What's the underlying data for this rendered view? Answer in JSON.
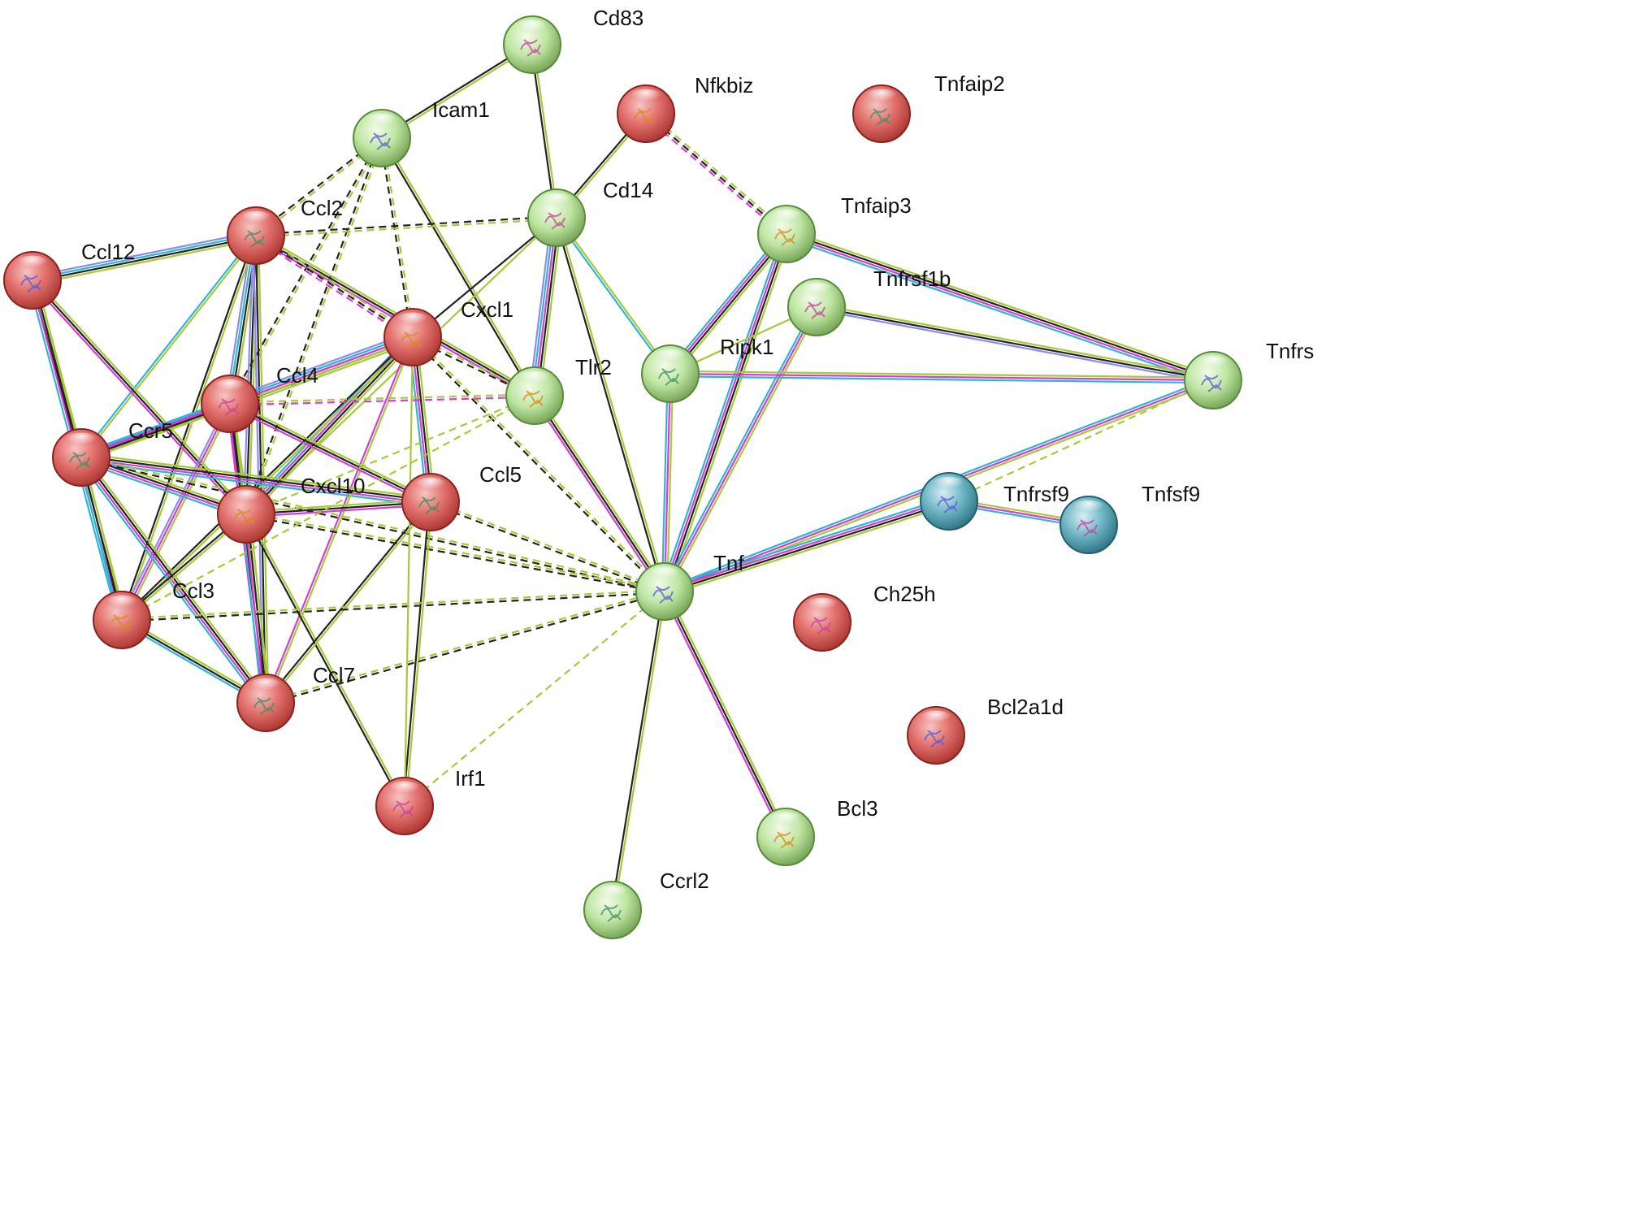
{
  "colors": {
    "cluster_red": "#d9534f",
    "cluster_green": "#a8d98a",
    "cluster_blue": "#5aa7b8",
    "edge_textmining": "#a6c93a",
    "edge_coexpression": "#222222",
    "edge_experiments": "#d63bd6",
    "edge_databases": "#2cb5d6",
    "edge_homology": "#8c8cf0"
  },
  "nodes": [
    {
      "id": "Cd83",
      "label": "Cd83",
      "cluster": "green"
    },
    {
      "id": "Nfkbiz",
      "label": "Nfkbiz",
      "cluster": "red"
    },
    {
      "id": "Tnfaip2",
      "label": "Tnfaip2",
      "cluster": "red"
    },
    {
      "id": "Icam1",
      "label": "Icam1",
      "cluster": "green"
    },
    {
      "id": "Cd14",
      "label": "Cd14",
      "cluster": "green"
    },
    {
      "id": "Tnfaip3",
      "label": "Tnfaip3",
      "cluster": "green"
    },
    {
      "id": "Ccl2",
      "label": "Ccl2",
      "cluster": "red"
    },
    {
      "id": "Ccl12",
      "label": "Ccl12",
      "cluster": "red"
    },
    {
      "id": "Tnfrsf1b",
      "label": "Tnfrsf1b",
      "cluster": "green"
    },
    {
      "id": "Cxcl1",
      "label": "Cxcl1",
      "cluster": "red"
    },
    {
      "id": "Ripk1",
      "label": "Ripk1",
      "cluster": "green"
    },
    {
      "id": "Tnfrsf1a",
      "label": "Tnfrs",
      "cluster": "green"
    },
    {
      "id": "Ccl4",
      "label": "Ccl4",
      "cluster": "red"
    },
    {
      "id": "Tlr2",
      "label": "Tlr2",
      "cluster": "green"
    },
    {
      "id": "Ccr5",
      "label": "Ccr5",
      "cluster": "red"
    },
    {
      "id": "Tnfrsf9",
      "label": "Tnfrsf9",
      "cluster": "blue"
    },
    {
      "id": "Tnfsf9",
      "label": "Tnfsf9",
      "cluster": "blue"
    },
    {
      "id": "Cxcl10",
      "label": "Cxcl10",
      "cluster": "red"
    },
    {
      "id": "Ccl5",
      "label": "Ccl5",
      "cluster": "red"
    },
    {
      "id": "Tnf",
      "label": "Tnf",
      "cluster": "green"
    },
    {
      "id": "Ch25h",
      "label": "Ch25h",
      "cluster": "red"
    },
    {
      "id": "Ccl3",
      "label": "Ccl3",
      "cluster": "red"
    },
    {
      "id": "Ccl7",
      "label": "Ccl7",
      "cluster": "red"
    },
    {
      "id": "Bcl2a1d",
      "label": "Bcl2a1d",
      "cluster": "red"
    },
    {
      "id": "Irf1",
      "label": "Irf1",
      "cluster": "red"
    },
    {
      "id": "Bcl3",
      "label": "Bcl3",
      "cluster": "green"
    },
    {
      "id": "Ccrl2",
      "label": "Ccrl2",
      "cluster": "green"
    }
  ],
  "edges": [
    {
      "source": "Cd83",
      "target": "Icam1",
      "types": [
        "textmining",
        "coexpression"
      ]
    },
    {
      "source": "Cd83",
      "target": "Cd14",
      "types": [
        "textmining",
        "coexpression"
      ]
    },
    {
      "source": "Nfkbiz",
      "target": "Cd14",
      "types": [
        "textmining",
        "coexpression"
      ]
    },
    {
      "source": "Nfkbiz",
      "target": "Tnfaip3",
      "types": [
        "textmining",
        "coexpression",
        "experiments"
      ],
      "dashed": true
    },
    {
      "source": "Icam1",
      "target": "Tlr2",
      "types": [
        "textmining",
        "coexpression"
      ]
    },
    {
      "source": "Icam1",
      "target": "Ccl2",
      "types": [
        "textmining",
        "coexpression"
      ],
      "dashed": true
    },
    {
      "source": "Icam1",
      "target": "Cxcl1",
      "types": [
        "textmining",
        "coexpression"
      ],
      "dashed": true
    },
    {
      "source": "Icam1",
      "target": "Ccl4",
      "types": [
        "textmining",
        "coexpression"
      ],
      "dashed": true
    },
    {
      "source": "Icam1",
      "target": "Cxcl10",
      "types": [
        "textmining",
        "coexpression"
      ],
      "dashed": true
    },
    {
      "source": "Cd14",
      "target": "Ccl2",
      "types": [
        "textmining",
        "coexpression"
      ],
      "dashed": true
    },
    {
      "source": "Cd14",
      "target": "Cxcl1",
      "types": [
        "coexpression"
      ]
    },
    {
      "source": "Cd14",
      "target": "Tlr2",
      "types": [
        "textmining",
        "coexpression",
        "experiments",
        "databases",
        "homology"
      ]
    },
    {
      "source": "Cd14",
      "target": "Tnf",
      "types": [
        "textmining",
        "coexpression"
      ]
    },
    {
      "source": "Cd14",
      "target": "Ripk1",
      "types": [
        "textmining",
        "databases"
      ]
    },
    {
      "source": "Cd14",
      "target": "Cxcl10",
      "types": [
        "textmining"
      ]
    },
    {
      "source": "Tnfaip3",
      "target": "Ripk1",
      "types": [
        "textmining",
        "coexpression",
        "experiments",
        "databases"
      ]
    },
    {
      "source": "Tnfaip3",
      "target": "Tnf",
      "types": [
        "textmining",
        "coexpression",
        "experiments",
        "databases"
      ]
    },
    {
      "source": "Tnfaip3",
      "target": "Tnfrsf1a",
      "types": [
        "textmining",
        "coexpression",
        "experiments",
        "databases"
      ]
    },
    {
      "source": "Tnfrsf1b",
      "target": "Tnfrsf1a",
      "types": [
        "textmining",
        "coexpression",
        "homology"
      ]
    },
    {
      "source": "Tnfrsf1b",
      "target": "Tnf",
      "types": [
        "textmining",
        "experiments",
        "databases"
      ]
    },
    {
      "source": "Tnfrsf1b",
      "target": "Ripk1",
      "types": [
        "textmining"
      ]
    },
    {
      "source": "Ripk1",
      "target": "Tnfrsf1a",
      "types": [
        "textmining",
        "experiments",
        "databases"
      ]
    },
    {
      "source": "Ripk1",
      "target": "Tnf",
      "types": [
        "textmining",
        "experiments",
        "databases"
      ]
    },
    {
      "source": "Tnfrsf1a",
      "target": "Tnf",
      "types": [
        "textmining",
        "experiments",
        "databases"
      ]
    },
    {
      "source": "Tnfrsf1a",
      "target": "Tnfrsf9",
      "types": [
        "textmining"
      ],
      "dashed": true
    },
    {
      "source": "Tnfrsf9",
      "target": "Tnfsf9",
      "types": [
        "textmining",
        "experiments",
        "databases"
      ]
    },
    {
      "source": "Tnfrsf9",
      "target": "Tnf",
      "types": [
        "textmining",
        "coexpression",
        "experiments",
        "databases"
      ]
    },
    {
      "source": "Ccl2",
      "target": "Ccl12",
      "types": [
        "textmining",
        "coexpression",
        "databases",
        "homology"
      ]
    },
    {
      "source": "Ccl2",
      "target": "Ccl4",
      "types": [
        "textmining",
        "coexpression",
        "databases",
        "homology"
      ]
    },
    {
      "source": "Ccl2",
      "target": "Ccr5",
      "types": [
        "textmining",
        "databases"
      ]
    },
    {
      "source": "Ccl2",
      "target": "Cxcl10",
      "types": [
        "textmining",
        "coexpression",
        "homology"
      ]
    },
    {
      "source": "Ccl2",
      "target": "Ccl3",
      "types": [
        "textmining",
        "coexpression"
      ]
    },
    {
      "source": "Ccl2",
      "target": "Ccl7",
      "types": [
        "textmining",
        "coexpression",
        "homology"
      ]
    },
    {
      "source": "Ccl2",
      "target": "Tlr2",
      "types": [
        "textmining",
        "coexpression",
        "experiments"
      ]
    },
    {
      "source": "Ccl2",
      "target": "Cxcl1",
      "types": [
        "textmining",
        "coexpression",
        "experiments"
      ],
      "dashed": true
    },
    {
      "source": "Ccl12",
      "target": "Ccr5",
      "types": [
        "textmining",
        "coexpression"
      ]
    },
    {
      "source": "Ccl12",
      "target": "Cxcl10",
      "types": [
        "textmining",
        "coexpression",
        "experiments"
      ]
    },
    {
      "source": "Ccl12",
      "target": "Ccl3",
      "types": [
        "textmining",
        "coexpression",
        "experiments",
        "databases"
      ]
    },
    {
      "source": "Cxcl1",
      "target": "Ccl4",
      "types": [
        "textmining",
        "coexpression",
        "experiments",
        "databases",
        "homology"
      ]
    },
    {
      "source": "Cxcl1",
      "target": "Ccr5",
      "types": [
        "textmining",
        "experiments",
        "databases"
      ]
    },
    {
      "source": "Cxcl1",
      "target": "Cxcl10",
      "types": [
        "textmining",
        "coexpression",
        "experiments",
        "databases"
      ]
    },
    {
      "source": "Cxcl1",
      "target": "Ccl5",
      "types": [
        "textmining",
        "coexpression",
        "experiments",
        "databases"
      ]
    },
    {
      "source": "Cxcl1",
      "target": "Ccl3",
      "types": [
        "textmining",
        "coexpression"
      ]
    },
    {
      "source": "Cxcl1",
      "target": "Ccl7",
      "types": [
        "textmining",
        "experiments"
      ]
    },
    {
      "source": "Cxcl1",
      "target": "Tlr2",
      "types": [
        "textmining",
        "coexpression"
      ],
      "dashed": true
    },
    {
      "source": "Cxcl1",
      "target": "Tnf",
      "types": [
        "textmining",
        "coexpression"
      ],
      "dashed": true
    },
    {
      "source": "Ccl4",
      "target": "Ccr5",
      "types": [
        "textmining",
        "coexpression",
        "experiments",
        "databases"
      ]
    },
    {
      "source": "Ccl4",
      "target": "Cxcl10",
      "types": [
        "textmining",
        "coexpression",
        "experiments"
      ]
    },
    {
      "source": "Ccl4",
      "target": "Ccl5",
      "types": [
        "textmining",
        "coexpression",
        "experiments"
      ]
    },
    {
      "source": "Ccl4",
      "target": "Ccl3",
      "types": [
        "textmining",
        "experiments",
        "homology"
      ]
    },
    {
      "source": "Ccl4",
      "target": "Ccl7",
      "types": [
        "textmining",
        "coexpression",
        "experiments"
      ]
    },
    {
      "source": "Ccl4",
      "target": "Tlr2",
      "types": [
        "textmining",
        "experiments"
      ],
      "dashed": true
    },
    {
      "source": "Ccr5",
      "target": "Cxcl10",
      "types": [
        "textmining",
        "coexpression",
        "experiments",
        "databases"
      ]
    },
    {
      "source": "Ccr5",
      "target": "Ccl5",
      "types": [
        "textmining",
        "coexpression",
        "experiments",
        "databases"
      ]
    },
    {
      "source": "Ccr5",
      "target": "Ccl3",
      "types": [
        "textmining",
        "coexpression",
        "databases"
      ]
    },
    {
      "source": "Ccr5",
      "target": "Ccl7",
      "types": [
        "textmining",
        "coexpression",
        "experiments",
        "databases"
      ]
    },
    {
      "source": "Ccr5",
      "target": "Tnf",
      "types": [
        "textmining",
        "coexpression"
      ],
      "dashed": true
    },
    {
      "source": "Cxcl10",
      "target": "Ccl5",
      "types": [
        "textmining",
        "coexpression",
        "experiments"
      ]
    },
    {
      "source": "Cxcl10",
      "target": "Ccl3",
      "types": [
        "textmining",
        "coexpression"
      ]
    },
    {
      "source": "Cxcl10",
      "target": "Ccl7",
      "types": [
        "textmining",
        "coexpression",
        "experiments",
        "databases"
      ]
    },
    {
      "source": "Cxcl10",
      "target": "Irf1",
      "types": [
        "textmining",
        "coexpression"
      ]
    },
    {
      "source": "Cxcl10",
      "target": "Tnf",
      "types": [
        "textmining",
        "coexpression"
      ],
      "dashed": true
    },
    {
      "source": "Cxcl10",
      "target": "Tlr2",
      "types": [
        "textmining"
      ],
      "dashed": true
    },
    {
      "source": "Ccl5",
      "target": "Irf1",
      "types": [
        "textmining",
        "coexpression"
      ]
    },
    {
      "source": "Ccl5",
      "target": "Tnf",
      "types": [
        "textmining",
        "coexpression"
      ],
      "dashed": true
    },
    {
      "source": "Ccl5",
      "target": "Ccl7",
      "types": [
        "textmining",
        "coexpression"
      ]
    },
    {
      "source": "Ccl3",
      "target": "Ccl7",
      "types": [
        "textmining",
        "coexpression",
        "databases"
      ]
    },
    {
      "source": "Ccl3",
      "target": "Tnf",
      "types": [
        "textmining",
        "coexpression"
      ],
      "dashed": true
    },
    {
      "source": "Ccl3",
      "target": "Tlr2",
      "types": [
        "textmining"
      ],
      "dashed": true
    },
    {
      "source": "Ccl7",
      "target": "Tnf",
      "types": [
        "textmining",
        "coexpression"
      ],
      "dashed": true
    },
    {
      "source": "Irf1",
      "target": "Tnf",
      "types": [
        "textmining"
      ],
      "dashed": true
    },
    {
      "source": "Irf1",
      "target": "Cxcl1",
      "types": [
        "textmining"
      ]
    },
    {
      "source": "Tlr2",
      "target": "Tnf",
      "types": [
        "textmining",
        "coexpression",
        "experiments"
      ]
    },
    {
      "source": "Tnf",
      "target": "Bcl3",
      "types": [
        "textmining",
        "coexpression",
        "experiments"
      ]
    },
    {
      "source": "Tnf",
      "target": "Ccrl2",
      "types": [
        "textmining",
        "coexpression"
      ]
    }
  ]
}
